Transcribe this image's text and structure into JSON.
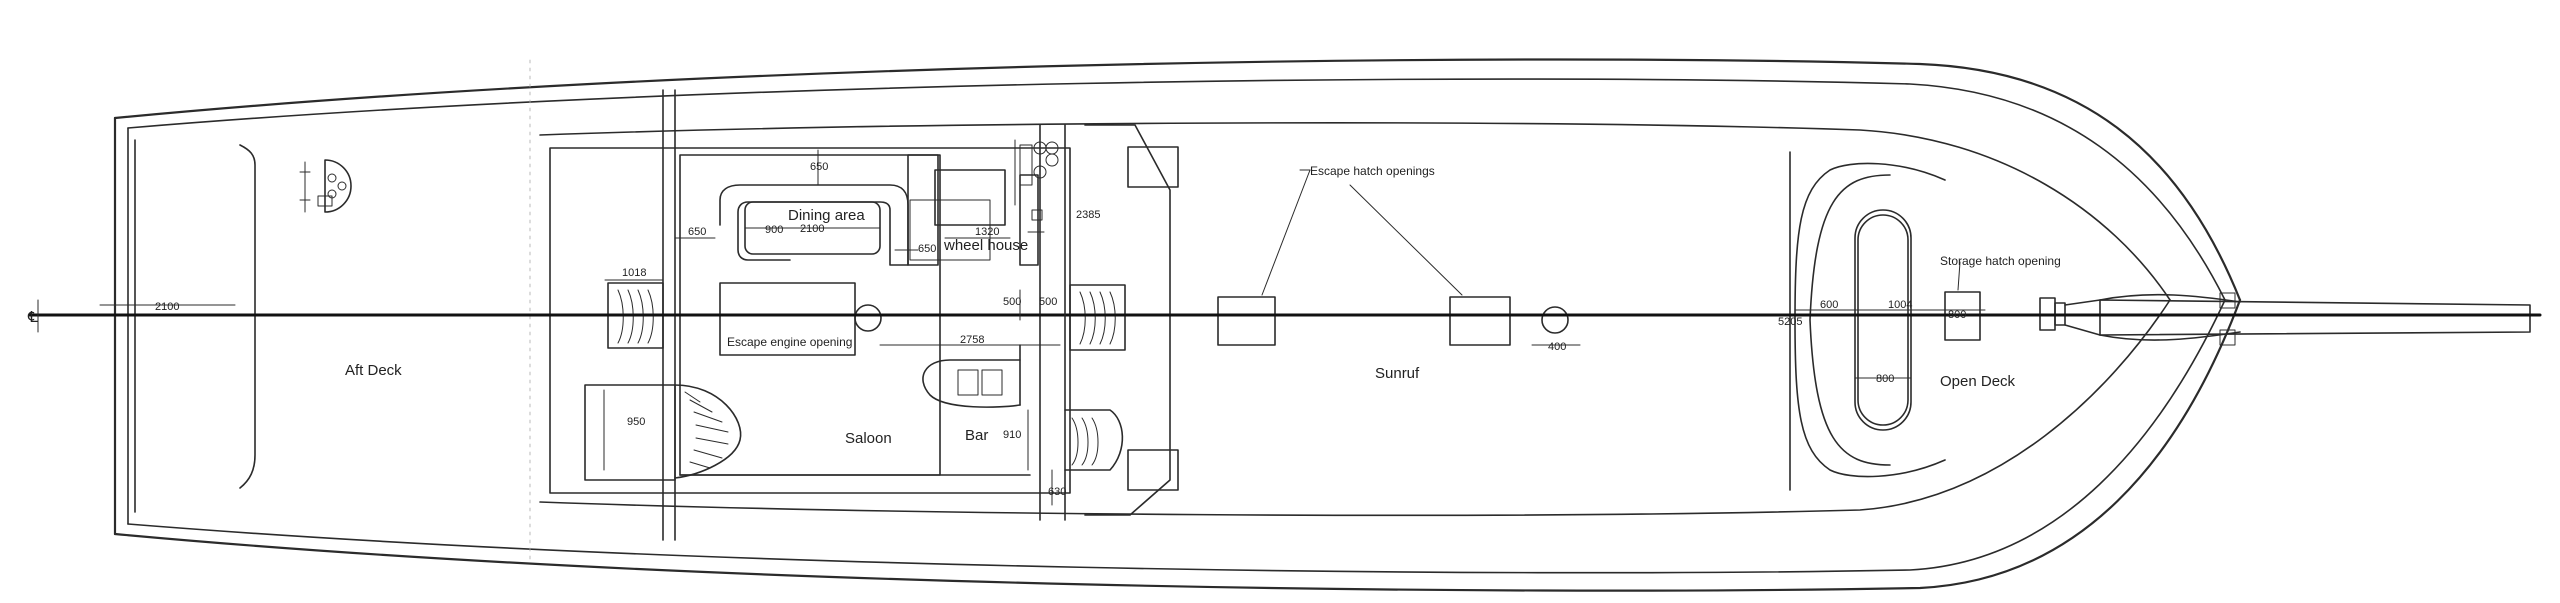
{
  "labels": {
    "aft_deck": "Aft Deck",
    "saloon": "Saloon",
    "bar": "Bar",
    "dining_area": "Dining area",
    "wheel_house": "wheel house",
    "escape_engine_opening": "Escape engine opening",
    "escape_hatch_openings": "Escape hatch openings",
    "sunruf": "Sunruf",
    "storage_hatch_opening": "Storage hatch opening",
    "open_deck": "Open Deck",
    "centerline": "℄"
  },
  "dimensions": {
    "aft_width": "2100",
    "d1018": "1018",
    "d950": "950",
    "d650_left": "650",
    "d650_top": "650",
    "d900": "900",
    "d2100_dining": "2100",
    "d650_wheel": "650",
    "d1320": "1320",
    "d2385": "2385",
    "d500_a": "500",
    "d500_b": "500",
    "d2758": "2758",
    "d910": "910",
    "d630": "630",
    "d400": "400",
    "d5205": "5205",
    "d600": "600",
    "d1004": "1004",
    "d800_a": "800",
    "d800_b": "800"
  }
}
